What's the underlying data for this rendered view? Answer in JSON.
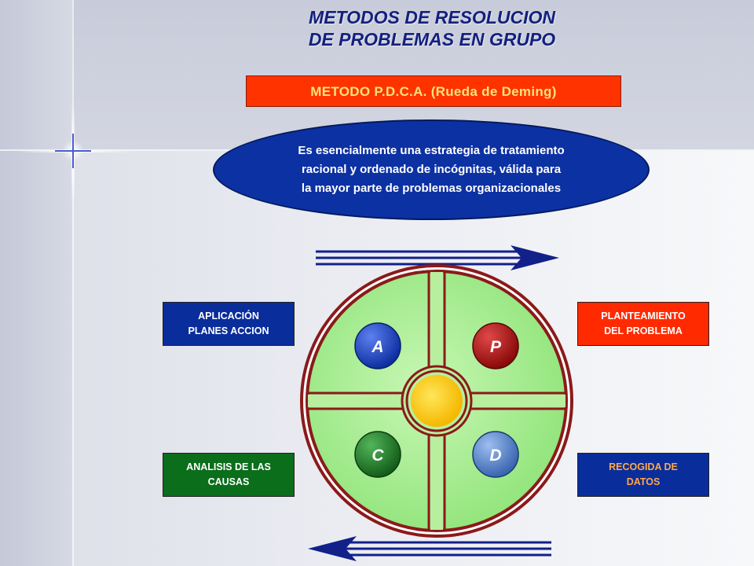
{
  "title": {
    "line1": "METODOS DE RESOLUCION",
    "line2": "DE PROBLEMAS EN GRUPO"
  },
  "subtitle": "METODO  P.D.C.A. (Rueda de Deming)",
  "description": "Es esencialmente una estrategia de tratamiento\nracional y ordenado de incógnitas, válida para\nla mayor parte de problemas organizacionales",
  "labels": {
    "actuar": "APLICACIÓN\nPLANES ACCION",
    "planificar": "PLANTEAMIENTO\nDEL PROBLEMA",
    "verificar": "ANALISIS DE LAS\nCAUSAS",
    "hacer": "RECOGIDA DE\nDATOS"
  },
  "wheel": {
    "letters": {
      "a": "A",
      "p": "P",
      "c": "C",
      "d": "D"
    },
    "colors": {
      "a": "#1a3fc0",
      "p": "#b01010",
      "c": "#1d7a24",
      "d": "#5a86c8",
      "rim": "#8b1a1a",
      "center": "#ffd21a",
      "fill": "#a8ee90"
    }
  },
  "arrows": {
    "top_direction": "right",
    "bottom_direction": "left",
    "color": "#12208a"
  }
}
